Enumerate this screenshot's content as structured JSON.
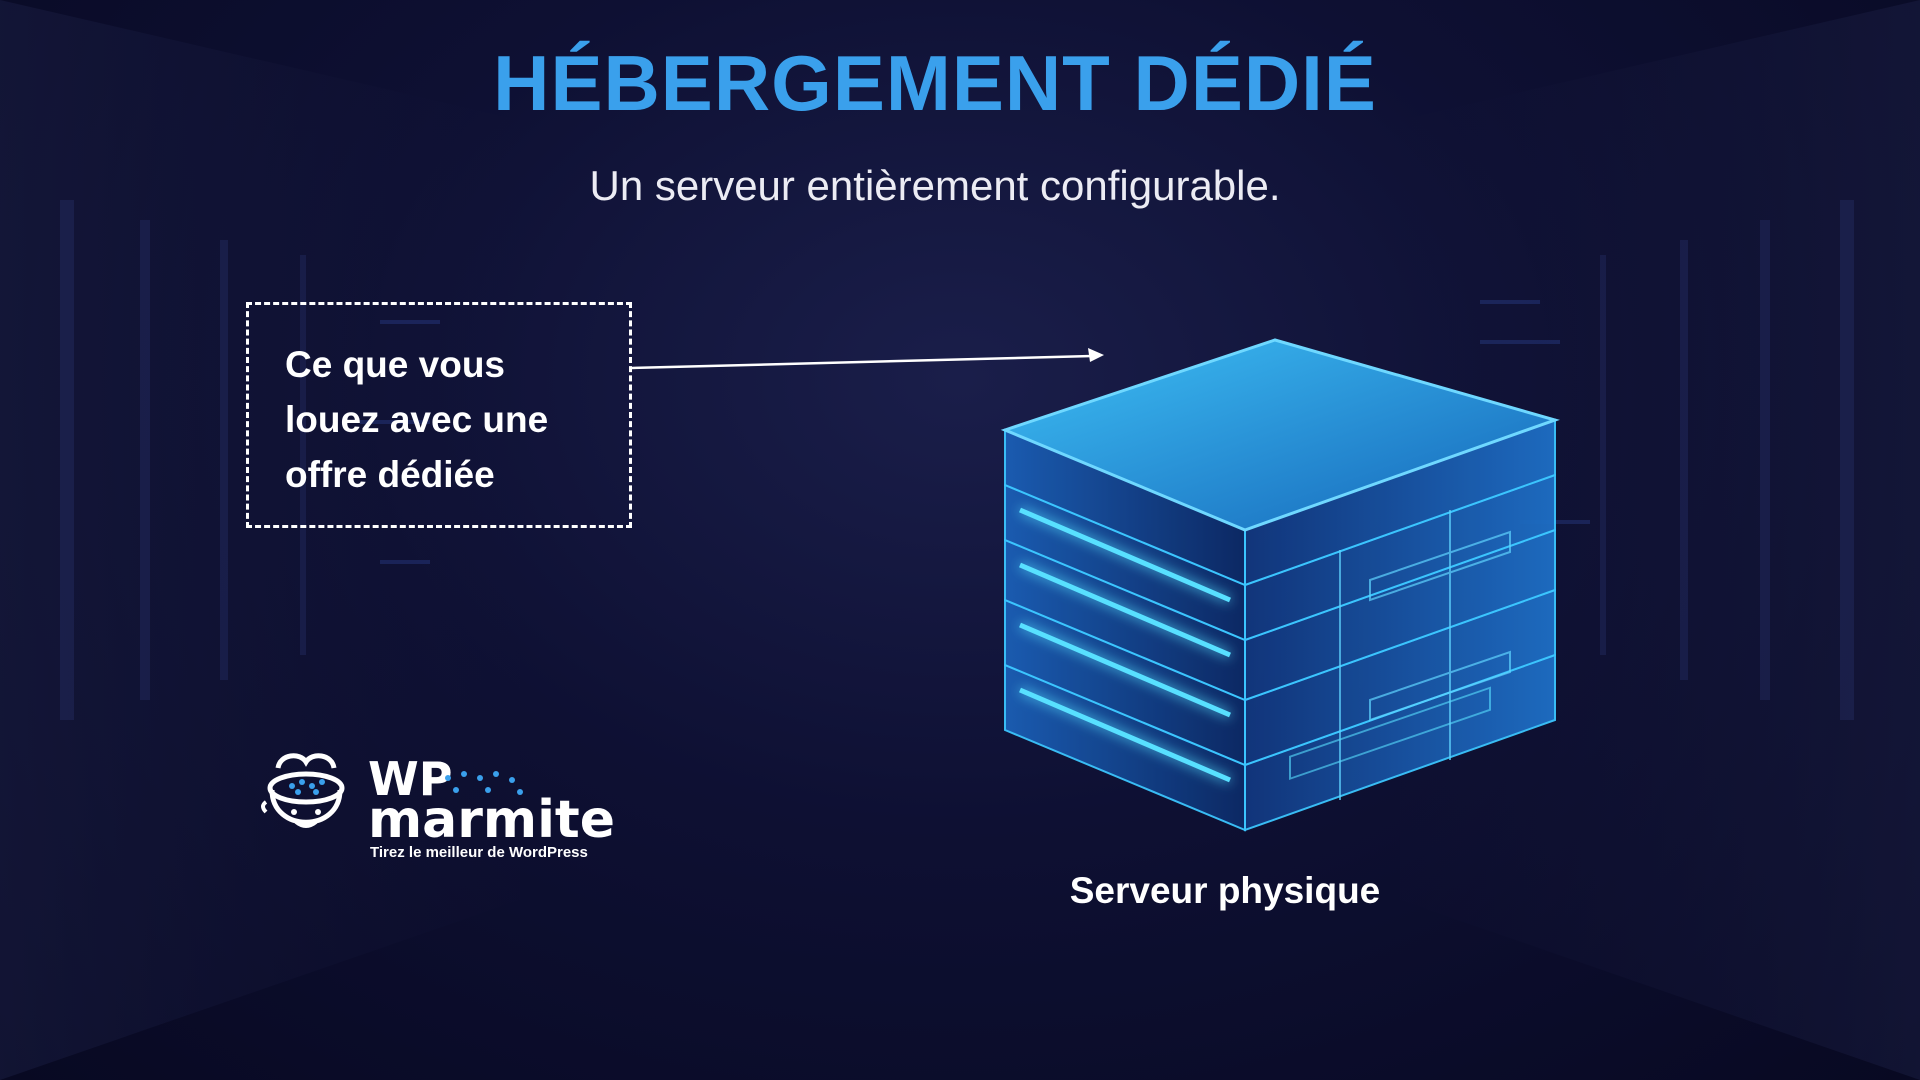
{
  "slide": {
    "title": "HÉBERGEMENT DÉDIÉ",
    "subtitle": "Un serveur entièrement configurable."
  },
  "callout": {
    "text": "Ce que vous louez avec une offre dédiée"
  },
  "server": {
    "label": "Serveur physique",
    "icon": "server-stack-icon"
  },
  "logo": {
    "wp": "WP",
    "brand": "marmite",
    "tagline": "Tirez le meilleur de WordPress",
    "icon": "cooking-pot-mascot-icon"
  },
  "colors": {
    "background": "#0b0c2a",
    "title": "#3aa0ec",
    "text": "#ffffff",
    "server_glow": "#3cc6ff"
  }
}
